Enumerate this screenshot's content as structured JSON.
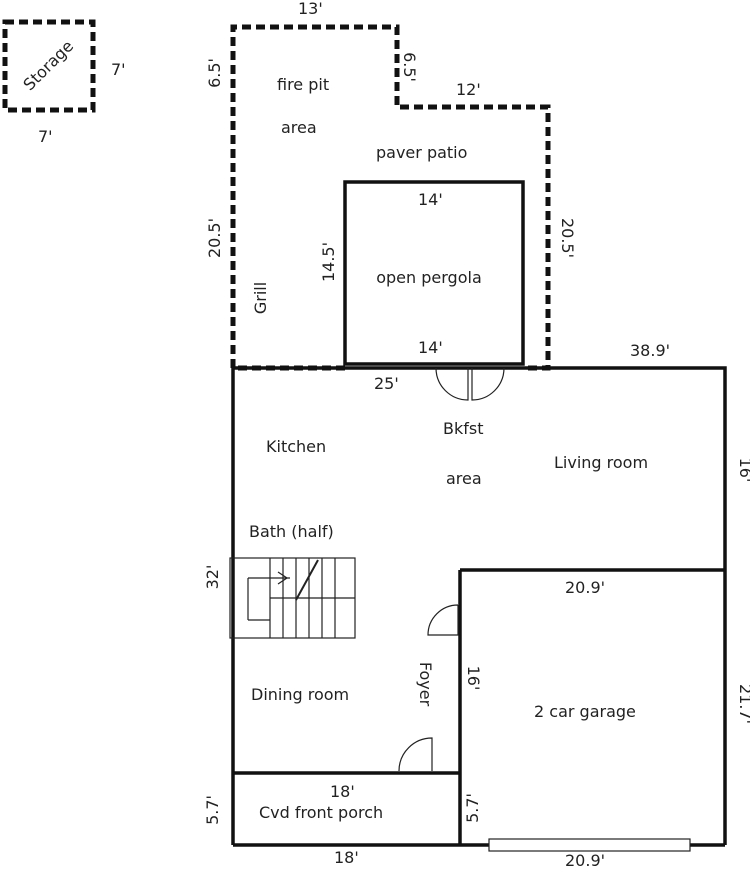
{
  "storage": {
    "label": "Storage",
    "side_dim": "7'",
    "bottom_dim": "7'"
  },
  "patio": {
    "top_dim": "13'",
    "left_upper_dim": "6.5'",
    "notch_dim": "6.5'",
    "step_dim": "12'",
    "left_dim": "20.5'",
    "right_dim": "20.5'",
    "firepit_line1": "fire pit",
    "firepit_line2": "area",
    "paver": "paver  patio",
    "grill": "Grill"
  },
  "pergola": {
    "label": "open pergola",
    "top_dim": "14'",
    "bottom_dim": "14'",
    "side_dim": "14.5'"
  },
  "house": {
    "top_left_dim": "25'",
    "top_right_dim": "38.9'",
    "right_dim": "16'",
    "left_dim": "32'",
    "bottom_dim": "18'",
    "porch_left_dim": "5.7'"
  },
  "rooms": {
    "kitchen": "Kitchen",
    "bkfst_line1": "Bkfst",
    "bkfst_line2": "area",
    "living": "Living room",
    "bath": "Bath (half)",
    "dining": "Dining room",
    "foyer": "Foyer",
    "porch": "Cvd front porch"
  },
  "porch": {
    "top_dim": "18'",
    "right_dim": "5.7'"
  },
  "garage": {
    "label": "2  car  garage",
    "top_dim": "20.9'",
    "left_dim": "16'",
    "right_dim": "21.7'",
    "bottom_dim": "20.9'"
  }
}
